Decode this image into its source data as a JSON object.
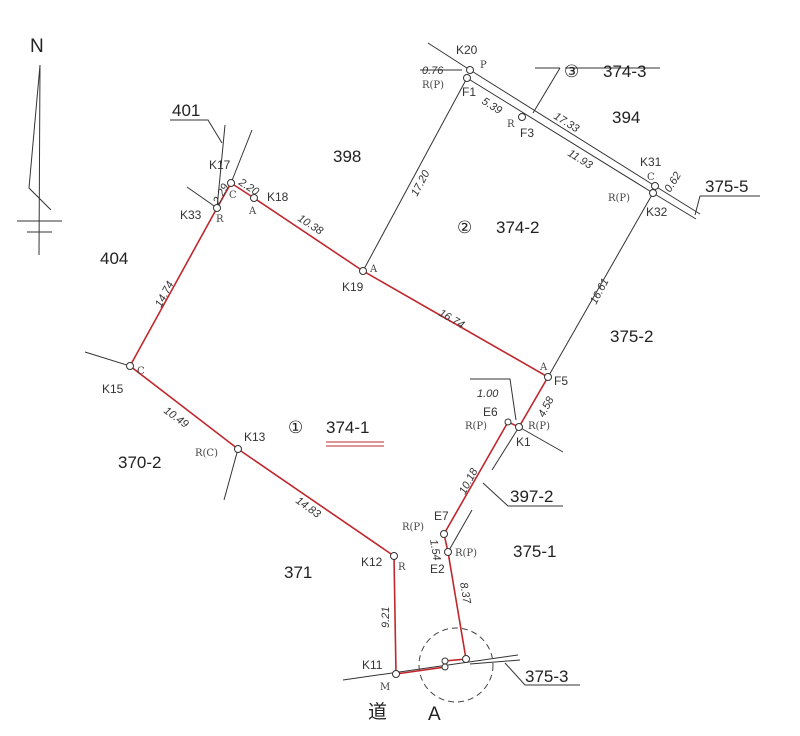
{
  "north_label": "N",
  "colors": {
    "boundary": "#c0272d",
    "line": "#333333"
  },
  "parcels": {
    "p401": "401",
    "p398": "398",
    "p404": "404",
    "p394": "394",
    "p3752": "375-2",
    "p3702": "370-2",
    "p371": "371",
    "p3751": "375-1",
    "p3755": "375-5",
    "p3972": "397-2",
    "p3753": "375-3",
    "p3743": "374-3",
    "p3742": "374-2",
    "p3741": "374-1",
    "n1": "①",
    "n2": "②",
    "n3": "③"
  },
  "points": {
    "K20": "K20",
    "F1": "F1",
    "F3": "F3",
    "K31": "K31",
    "K32": "K32",
    "K17": "K17",
    "K18": "K18",
    "K33": "K33",
    "K19": "K19",
    "F5": "F5",
    "E6": "E6",
    "K1": "K1",
    "E7": "E7",
    "E2": "E2",
    "K15": "K15",
    "K13": "K13",
    "K12": "K12",
    "K11": "K11"
  },
  "codes": {
    "P": "P",
    "RP": "R(P)",
    "R": "R",
    "C": "C",
    "A": "A",
    "RC": "R(C)",
    "M": "M"
  },
  "distances": {
    "d076": "0.76",
    "d539": "5.39",
    "d1733": "17.33",
    "d1193": "11.93",
    "d062": "0.62",
    "d1720": "17.20",
    "d229": "2.29",
    "d220": "2.20",
    "d1038": "10.38",
    "d1474": "14.74",
    "d1674": "16.74",
    "d1661": "16.61",
    "d100": "1.00",
    "d458": "4.58",
    "d1018": "10.18",
    "d154": "1.54",
    "d837": "8.37",
    "d921": "9.21",
    "d1049": "10.49",
    "d1483": "14.83"
  },
  "road_label": "道",
  "detail_label": "A"
}
